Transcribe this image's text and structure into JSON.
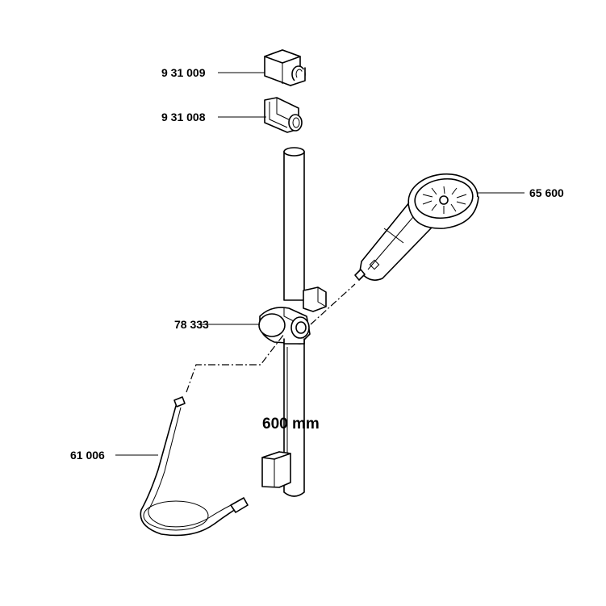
{
  "parts": [
    {
      "id": "wall-bracket-top",
      "label": "9 31 009"
    },
    {
      "id": "bracket-insert",
      "label": "9 31 008"
    },
    {
      "id": "hand-shower",
      "label": "65 600"
    },
    {
      "id": "slider",
      "label": "78 333"
    },
    {
      "id": "hose",
      "label": "61 006"
    }
  ],
  "dimension": {
    "label": "600 mm"
  },
  "colors": {
    "line": "#000000",
    "background": "#ffffff"
  }
}
